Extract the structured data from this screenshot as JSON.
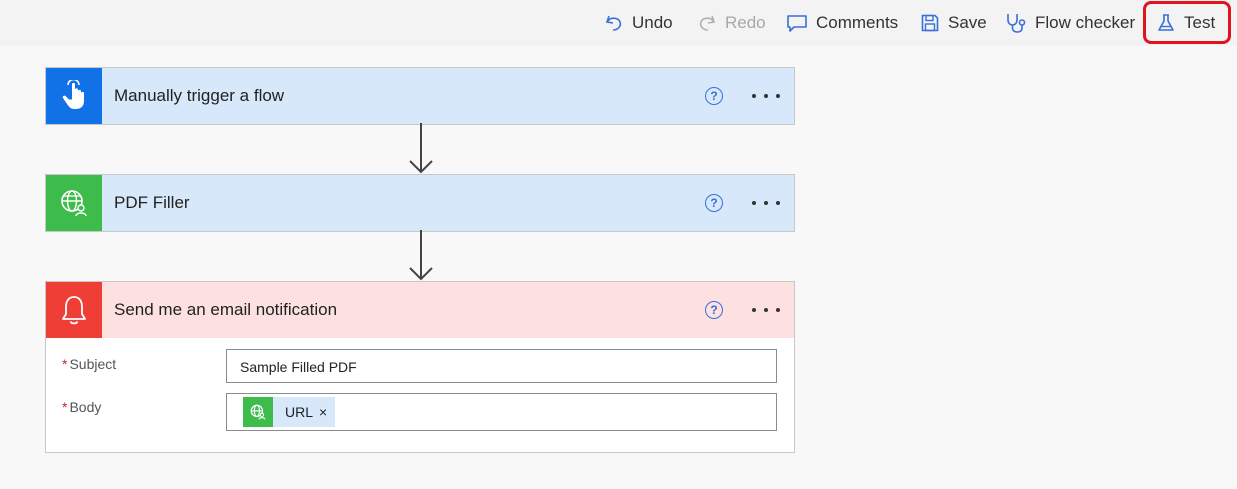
{
  "toolbar": {
    "undo_label": "Undo",
    "redo_label": "Redo",
    "comments_label": "Comments",
    "save_label": "Save",
    "flow_checker_label": "Flow checker",
    "test_label": "Test"
  },
  "steps": [
    {
      "title": "Manually trigger a flow",
      "icon": "touch-hand-icon",
      "header_color": "#d6e8fa",
      "icon_bg": "#1172e8"
    },
    {
      "title": "PDF Filler",
      "icon": "globe-person-icon",
      "header_color": "#d6e8fa",
      "icon_bg": "#3dbb4b"
    },
    {
      "title": "Send me an email notification",
      "icon": "bell-icon",
      "header_color": "#fde0e0",
      "icon_bg": "#ef3e36"
    }
  ],
  "email_step": {
    "subject_label": "Subject",
    "subject_value": "Sample Filled PDF",
    "body_label": "Body",
    "body_token_label": "URL",
    "body_token_remove": "×",
    "required_mark": "*"
  },
  "help_glyph": "?",
  "colors": {
    "toolbar_bg": "#f3f3f3",
    "accent_blue": "#3a6fd8",
    "highlight_red": "#e0141e"
  }
}
